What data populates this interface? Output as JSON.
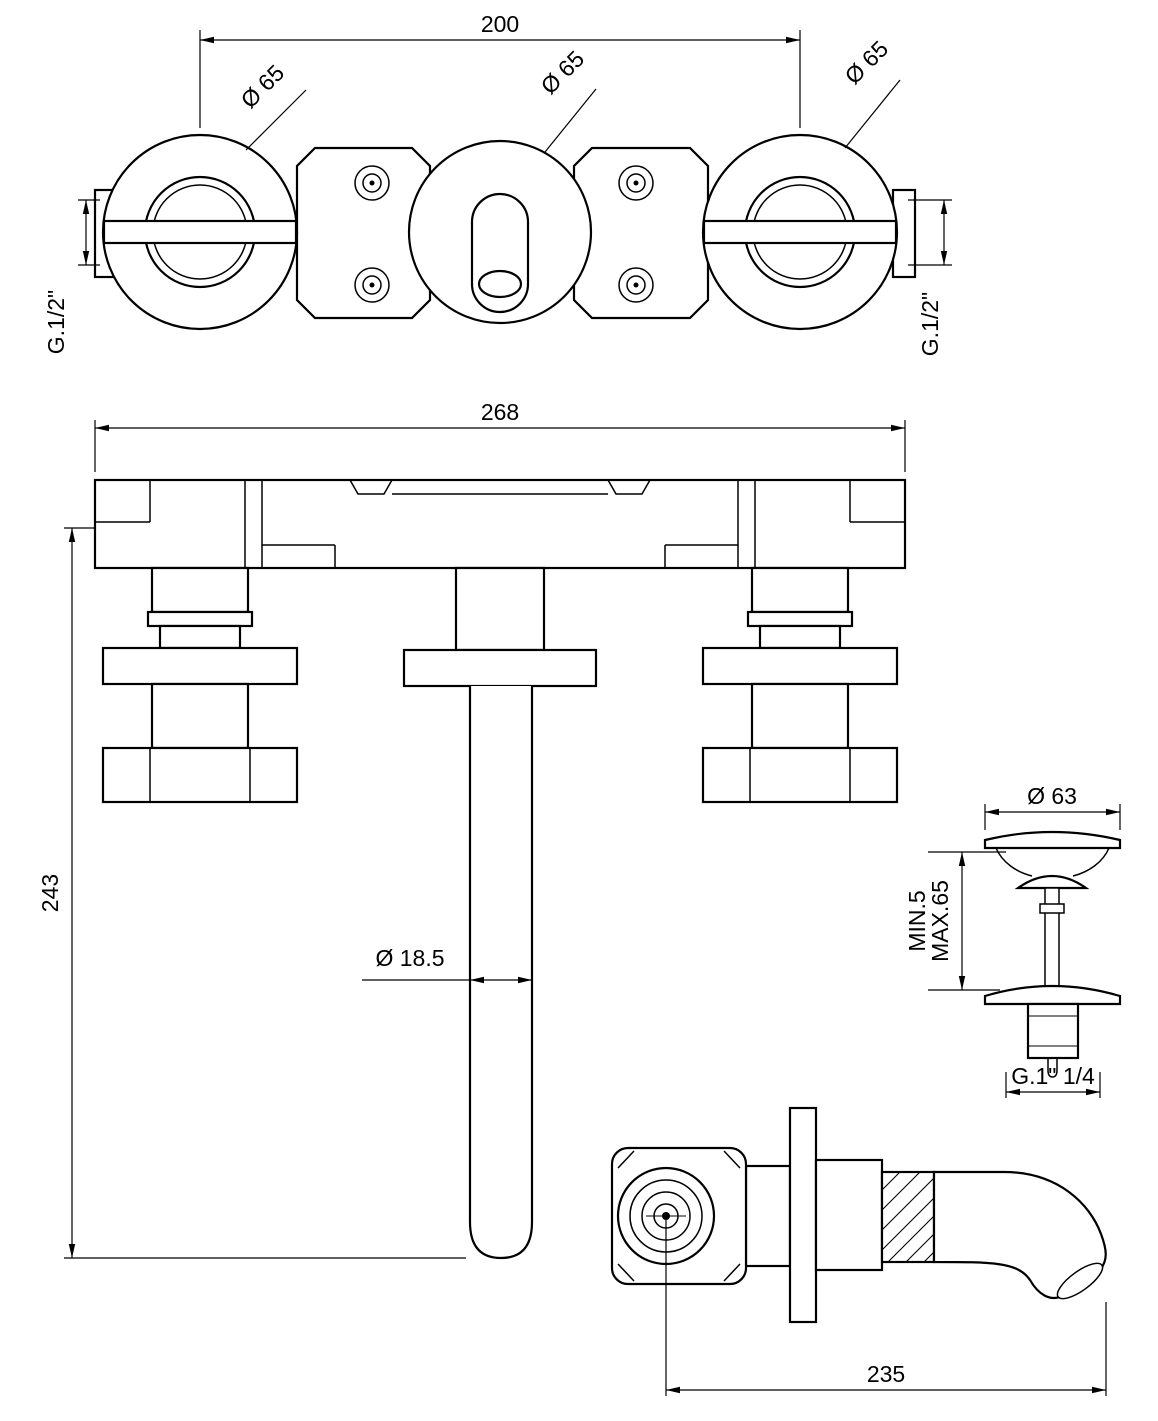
{
  "drawing": {
    "top_view": {
      "dim_width": "200",
      "dia_left": "Ø 65",
      "dia_center": "Ø 65",
      "dia_right": "Ø 65",
      "thread_left": "G.1/2\"",
      "thread_right": "G.1/2\""
    },
    "front_view": {
      "dim_width": "268",
      "dim_height": "243",
      "dim_spout_dia": "Ø 18.5"
    },
    "drain": {
      "dim_dia": "Ø 63",
      "dim_min": "MIN.5",
      "dim_max": "MAX.65",
      "dim_thread": "G.1\" 1/4"
    },
    "side_view": {
      "dim_depth": "235"
    }
  }
}
